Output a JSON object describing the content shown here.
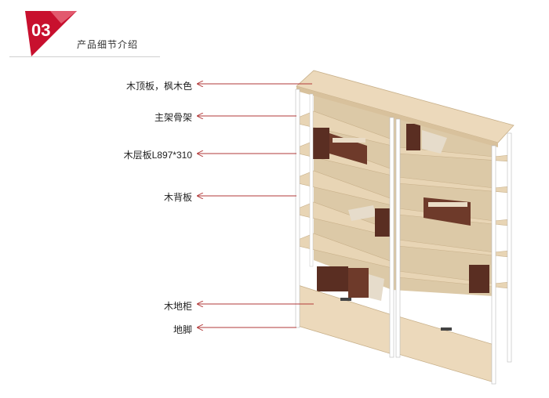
{
  "header": {
    "number": "03",
    "title": "产品细节介绍",
    "badge_color": "#c8102e"
  },
  "callouts": [
    {
      "label": "木顶板，枫木色"
    },
    {
      "label": "主架骨架"
    },
    {
      "label": "木层板L897*310"
    },
    {
      "label": "木背板"
    },
    {
      "label": "木地柜"
    },
    {
      "label": "地脚"
    }
  ],
  "colors": {
    "leader_line": "#b23a3a",
    "wood": "#e9d6b7",
    "frame": "#ffffff"
  }
}
